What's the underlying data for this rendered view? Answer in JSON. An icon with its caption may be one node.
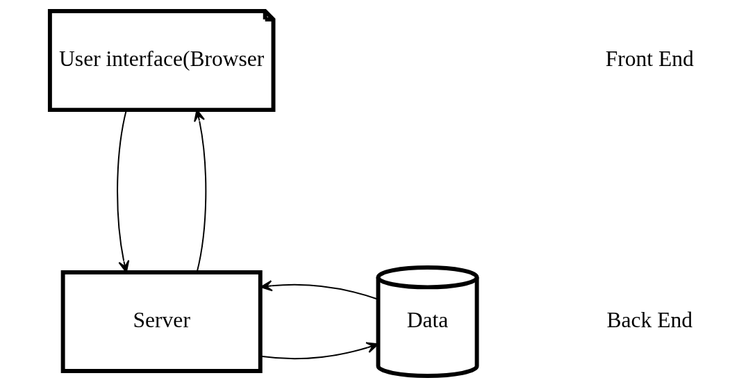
{
  "diagram": {
    "nodes": [
      {
        "text": [
          "User interface(Browser"
        ]
      },
      {
        "text": [
          "Server"
        ]
      },
      {
        "text": [
          "Data"
        ]
      }
    ],
    "edges": [
      {
        "from": 0,
        "to": 1,
        "arrow": "to"
      },
      {
        "from": 1,
        "to": 0,
        "arrow": "to"
      },
      {
        "from": 1,
        "to": 2,
        "arrow": "to"
      },
      {
        "from": 2,
        "to": 1,
        "arrow": "to"
      }
    ],
    "labels": [
      "Front End",
      "Back End"
    ]
  }
}
